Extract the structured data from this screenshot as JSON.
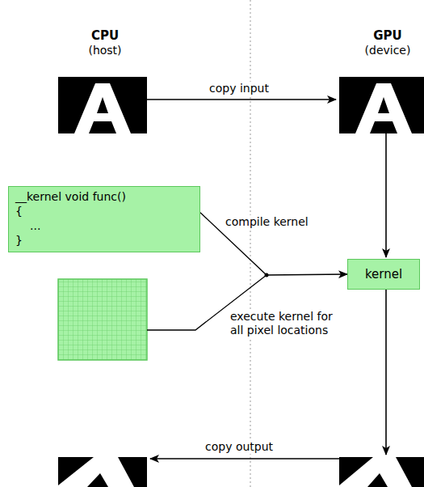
{
  "diagram": {
    "nodes": [
      {
        "text": [
          "__kernel void func()",
          "{",
          "...",
          "}"
        ]
      },
      {
        "text": [
          "kernel"
        ]
      }
    ],
    "edges": [
      {
        "from": 0,
        "to": 1,
        "arrow": "to",
        "label": "compile kernel"
      }
    ],
    "labels": [
      "CPU",
      "(host)",
      "GPU",
      "(device)",
      "copy input",
      "execute kernel for all pixel locations",
      "copy output"
    ]
  }
}
